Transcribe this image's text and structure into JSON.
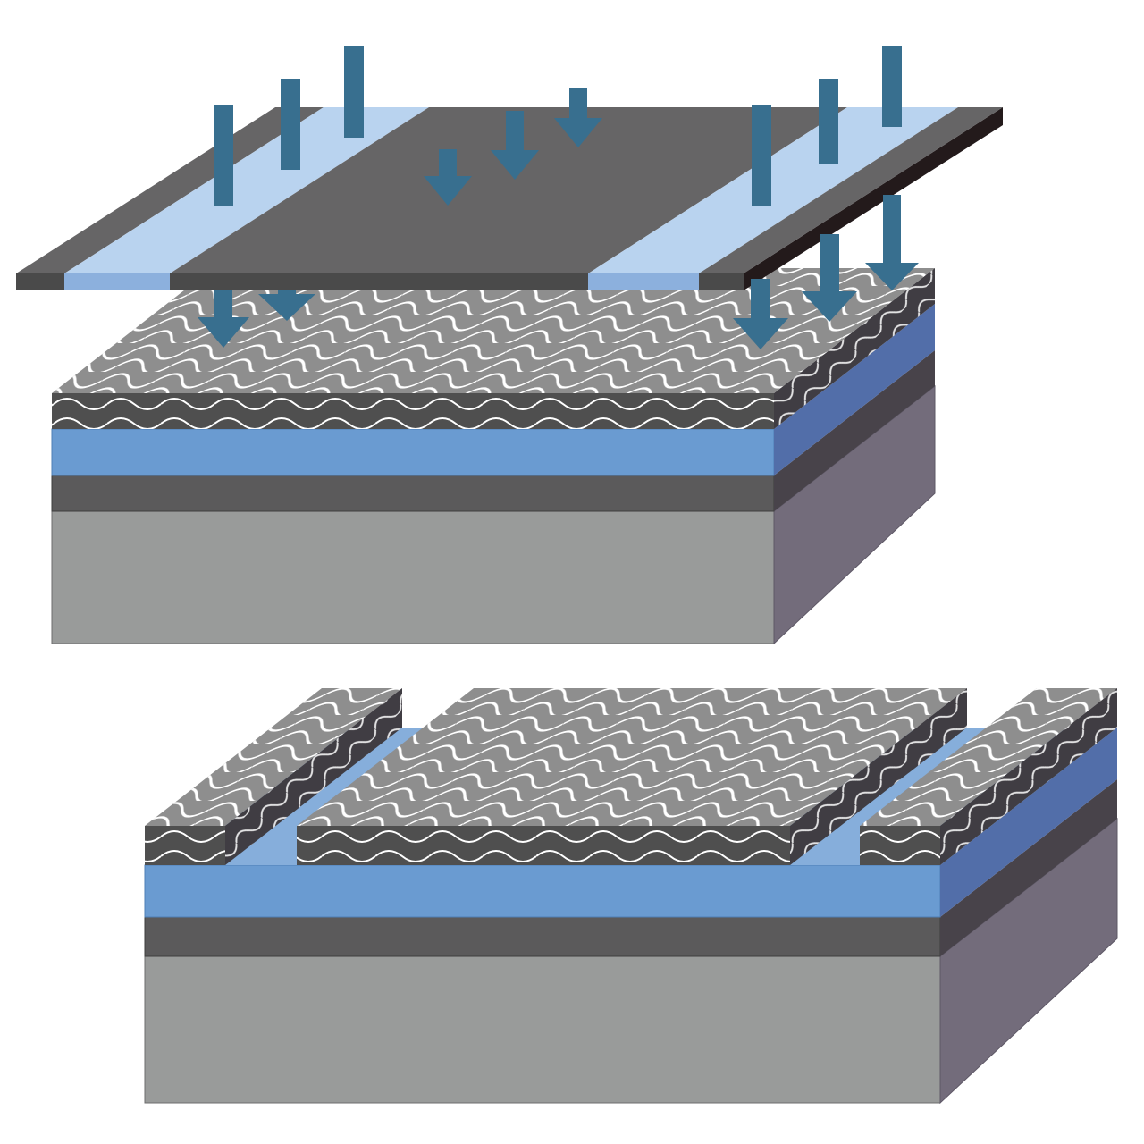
{
  "colors": {
    "background": "#ffffff",
    "arrow": "#386f8f",
    "mask_opaque": "#666566",
    "mask_edge_front": "#4a4a4a",
    "mask_edge_side": "#231a1b",
    "mask_window": "#b9d3ef",
    "mask_window_edge": "#8cb0dd",
    "resist_top": "#8e8e8e",
    "resist_front": "#4f4f4f",
    "resist_side": "#403d43",
    "wave_line": "#ffffff",
    "oxide_front": "#6a9bd1",
    "oxide_side": "#526ea9",
    "oxide_exposed_top": "#86aedb",
    "thin_layer_front": "#5b5a5b",
    "thin_layer_side": "#48434a",
    "substrate_front": "#999b9a",
    "substrate_side": "#736c7b"
  },
  "icons": {
    "arrow": "down-arrow-icon",
    "wave": "wavy-line-pattern"
  },
  "scene": {
    "panels": [
      "exposure",
      "after-development"
    ],
    "mask_regions": [
      "opaque",
      "transparent",
      "opaque",
      "transparent",
      "opaque"
    ],
    "resist_blocks_after_development": 3,
    "exposed_trenches_after_development": 2
  }
}
